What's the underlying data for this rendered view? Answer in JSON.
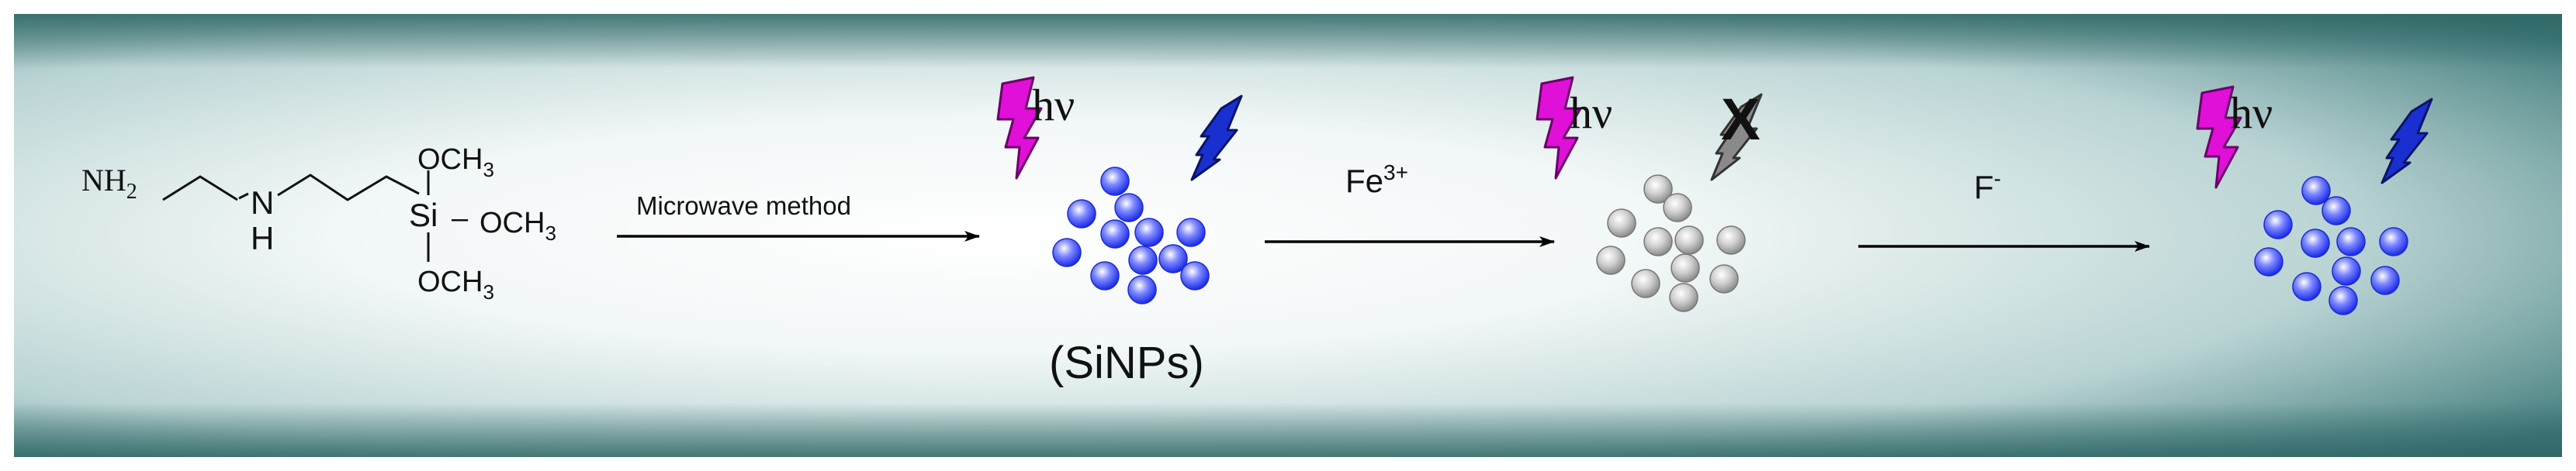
{
  "reactant": {
    "nh2": "NH",
    "nh2_sub": "2",
    "nh": "N",
    "h": "H",
    "si": "Si",
    "och3_top": "OCH",
    "och3_top_sub": "3",
    "och3_right": "OCH",
    "och3_right_sub": "3",
    "och3_bottom": "OCH",
    "och3_bottom_sub": "3",
    "dash": "–"
  },
  "steps": {
    "step1_label": "Microwave method",
    "step2_label": "Fe",
    "step2_sup": "3+",
    "step3_label": "F",
    "step3_sup": "-"
  },
  "product_label": "(SiNPs)",
  "hv_text": "hν",
  "quench_mark": "X",
  "colors": {
    "background_edge": "#3f7a7a",
    "background_center": "#ffffff",
    "particle_on": "#2b3cf0",
    "particle_off": "#a9a9a9",
    "bolt_magenta": "#e010d8",
    "bolt_blue": "#1a2fd0",
    "bolt_gray": "#8a8a8a"
  },
  "icons": [
    "lightning-bolt-icon",
    "nanoparticle-sphere-icon",
    "reaction-arrow-icon"
  ]
}
